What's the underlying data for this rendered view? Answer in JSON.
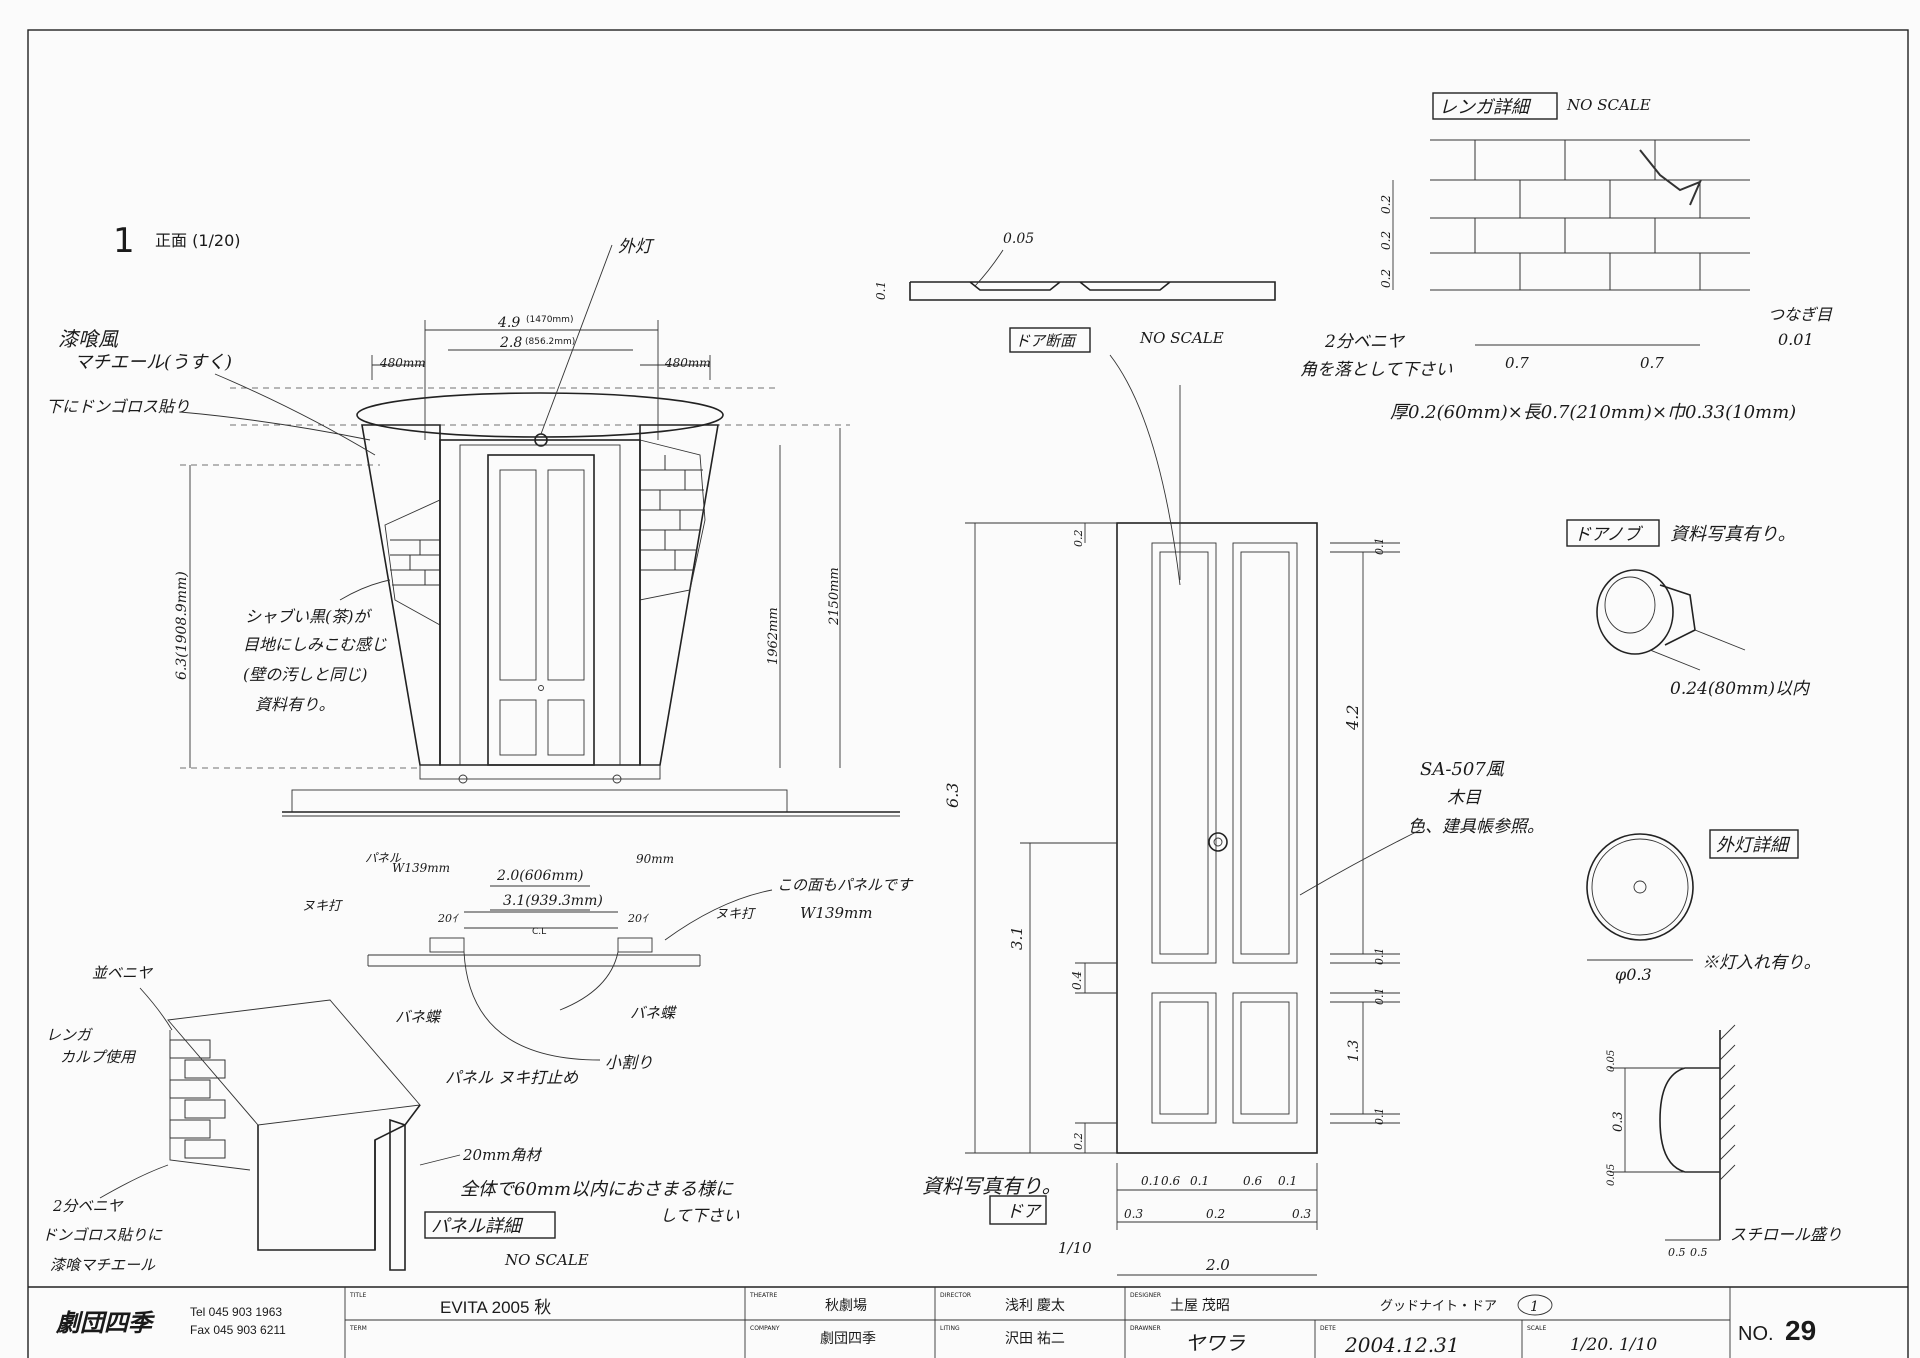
{
  "view": {
    "number": "1",
    "title": "正面 (1/20)"
  },
  "front_notes": {
    "lamp": "外灯",
    "plaster": "漆喰風",
    "plaster2": "マチエール(うすく)",
    "gonlos": "下にドンゴロス貼り",
    "width_total": "4.9",
    "width_total_mm": "(1470mm)",
    "width_inner": "2.8",
    "width_inner_mm": "(856.2mm)",
    "side_left": "480mm",
    "side_right": "480mm",
    "stain1": "シャブい黒(茶)が",
    "stain2": "目地にしみこむ感じ",
    "stain3": "(壁の汚しと同じ)",
    "stain4": "資料有り。",
    "height_left": "6.3(1908.9mm)",
    "height_mid": "1962mm",
    "height_right": "2150mm"
  },
  "plan_notes": {
    "panel": "パネル",
    "panel_w": "W139mm",
    "nukigi_l": "ヌキ打",
    "nukigi_r": "ヌキ打",
    "w606": "2.0(606mm)",
    "w939": "3.1(939.3mm)",
    "d90": "90mm",
    "d207l": "20ｲ",
    "d207r": "20ｲ",
    "cl": "C.L",
    "panel_note": "この面もパネルです",
    "panel_note_w": "W139mm",
    "hinge_l": "バネ蝶",
    "hinge_r": "バネ蝶",
    "panel_stop": "パネル ヌキ打止め",
    "kowari": "小割り"
  },
  "door_section": {
    "label": "ドア断面",
    "noscale": "NO SCALE",
    "t": "0.1",
    "groove": "0.05"
  },
  "door_elevation": {
    "h_total": "6.3",
    "h_panel": "4.2",
    "top": "0.2",
    "top_r": "0.1",
    "mid": "0.1",
    "lower": "3.1",
    "rail": "0.4",
    "low_r1": "0.1",
    "low_panel": "1.3",
    "bot_l": "0.2",
    "bot_r": "0.1",
    "material1": "SA-507風",
    "material2": "木目",
    "material3": "色、建具帳参照。",
    "widths": [
      "0.1",
      "0.6",
      "0.1",
      "0.6",
      "0.1"
    ],
    "w_side_l": "0.3",
    "w_mid": "0.2",
    "w_side_r": "0.3",
    "w_total": "2.0",
    "photo": "資料写真有り。",
    "door_tag": "ドア",
    "door_scale": "1/10"
  },
  "brick_detail": {
    "label": "レンガ詳細",
    "noscale": "NO SCALE",
    "h1": "0.2",
    "h2": "0.2",
    "h3": "0.2",
    "w1": "0.7",
    "w2": "0.7",
    "veneer": "2分ベニヤ",
    "corner": "角を落として下さい",
    "joint": "つなぎ目",
    "joint_val": "0.01",
    "size": "厚0.2(60mm)×長0.7(210mm)×巾0.33(10mm)"
  },
  "knob_detail": {
    "label": "ドアノブ",
    "note": "資料写真有り。",
    "size": "0.24(80mm)以内"
  },
  "lamp_detail": {
    "label": "外灯詳細",
    "dia": "φ0.3",
    "note": "※灯入れ有り。",
    "h": "0.3",
    "a": "0.05",
    "b": "0.05",
    "w1": "0.5",
    "w2": "0.5",
    "styro": "スチロール盛り"
  },
  "panel_detail": {
    "veneer_top": "並ベニヤ",
    "brick1": "レンガ",
    "brick2": "カルプ使用",
    "lumber": "20mm角材",
    "veneer2": "2分ベニヤ",
    "gon1": "ドンゴロス貼りに",
    "gon2": "漆喰マチエール",
    "note1": "全体で60mm以内におさまる様に",
    "note2": "して下さい",
    "label": "パネル詳細",
    "noscale": "NO SCALE"
  },
  "title_block": {
    "company_logo": "劇団四季",
    "tel": "Tel 045 903 1963",
    "fax": "Fax 045 903 6211",
    "title_label": "TITLE",
    "title": "EVITA 2005 秋",
    "term_label": "TERM",
    "theatre_label": "THEATRE",
    "theatre": "秋劇場",
    "company_label": "COMPANY",
    "company": "劇団四季",
    "director_label": "DIRECTOR",
    "director": "浅利 慶太",
    "liting_label": "LITING",
    "liting": "沢田 祐二",
    "designer_label": "DESIGNER",
    "designer": "土屋 茂昭",
    "drawner_label": "DRAWNER",
    "drawner": "ヤワラ",
    "subject": "グッドナイト・ドア",
    "subject_no": "1",
    "date_label": "DETE",
    "date": "2004.12.31",
    "scale_label": "SCALE",
    "scale": "1/20. 1/10",
    "no_prefix": "NO.",
    "no": "29"
  }
}
